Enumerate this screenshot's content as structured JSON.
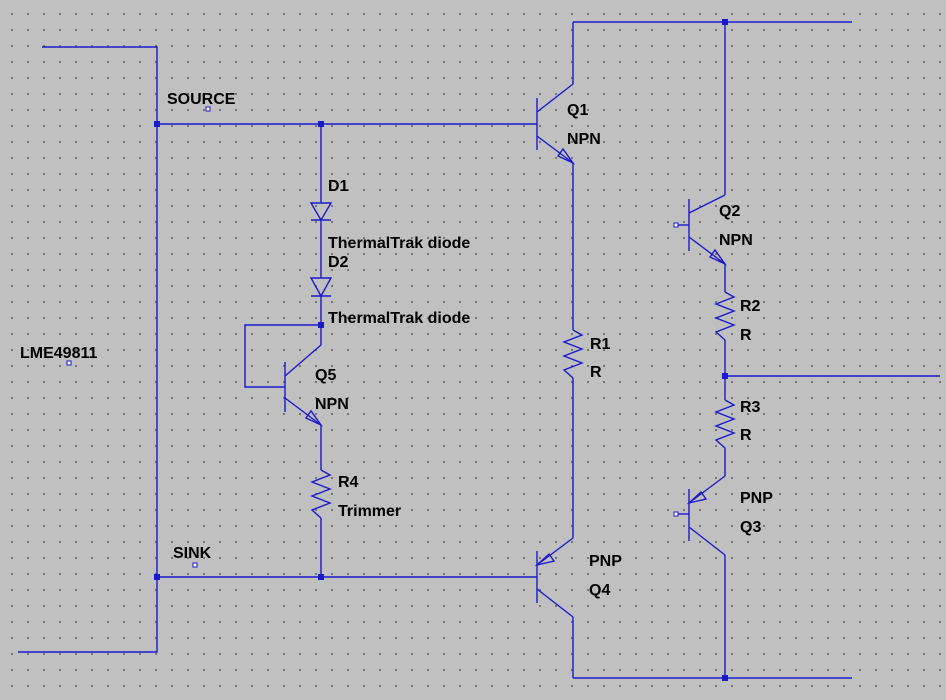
{
  "net_labels": {
    "source": "SOURCE",
    "sink": "SINK",
    "ic": "LME49811"
  },
  "components": {
    "q1": {
      "ref": "Q1",
      "model": "NPN"
    },
    "q2": {
      "ref": "Q2",
      "model": "NPN"
    },
    "q3": {
      "ref": "Q3",
      "model": "PNP"
    },
    "q4": {
      "ref": "Q4",
      "model": "PNP"
    },
    "q5": {
      "ref": "Q5",
      "model": "NPN"
    },
    "d1": {
      "ref": "D1",
      "model": "ThermalTrak diode"
    },
    "d2": {
      "ref": "D2",
      "model": "ThermalTrak diode"
    },
    "r1": {
      "ref": "R1",
      "value": "R"
    },
    "r2": {
      "ref": "R2",
      "value": "R"
    },
    "r3": {
      "ref": "R3",
      "value": "R"
    },
    "r4": {
      "ref": "R4",
      "value": "Trimmer"
    }
  },
  "colors": {
    "wire": "#1a1acd",
    "background": "#c0c0c0",
    "grid_dot": "#6e6e6e",
    "text": "#000000"
  }
}
